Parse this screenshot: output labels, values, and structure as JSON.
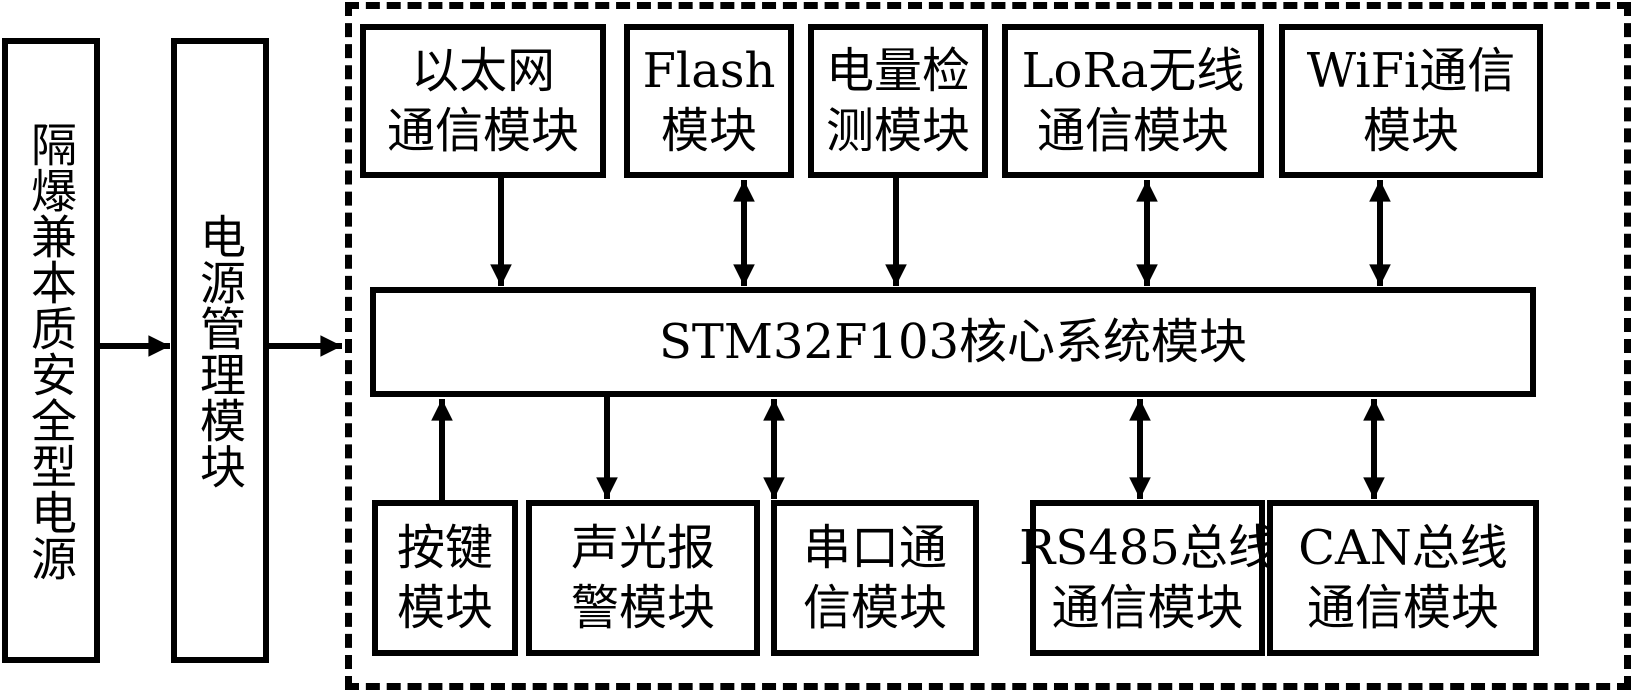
{
  "diagram": {
    "power_source": {
      "label": "隔爆兼本质安全型电源"
    },
    "power_management": {
      "label": "电源管理模块"
    },
    "core": {
      "label": "STM32F103核心系统模块"
    },
    "top_modules": [
      {
        "id": "ethernet",
        "lines": [
          "以太网",
          "通信模块"
        ],
        "direction": "to-core"
      },
      {
        "id": "flash",
        "lines": [
          "Flash",
          "模块"
        ],
        "direction": "bidirectional"
      },
      {
        "id": "battery",
        "lines": [
          "电量检",
          "测模块"
        ],
        "direction": "to-core"
      },
      {
        "id": "lora",
        "lines": [
          "LoRa无线",
          "通信模块"
        ],
        "direction": "bidirectional"
      },
      {
        "id": "wifi",
        "lines": [
          "WiFi通信",
          "模块"
        ],
        "direction": "bidirectional"
      }
    ],
    "bottom_modules": [
      {
        "id": "keys",
        "lines": [
          "按键",
          "模块"
        ],
        "direction": "to-core"
      },
      {
        "id": "alarm",
        "lines": [
          "声光报",
          "警模块"
        ],
        "direction": "from-core"
      },
      {
        "id": "serial",
        "lines": [
          "串口通",
          "信模块"
        ],
        "direction": "bidirectional"
      },
      {
        "id": "rs485",
        "lines": [
          "RS485总线",
          "通信模块"
        ],
        "direction": "bidirectional"
      },
      {
        "id": "can",
        "lines": [
          "CAN总线",
          "通信模块"
        ],
        "direction": "bidirectional"
      }
    ],
    "power_flow": [
      "power_source -> power_management",
      "power_management -> core_system"
    ]
  }
}
